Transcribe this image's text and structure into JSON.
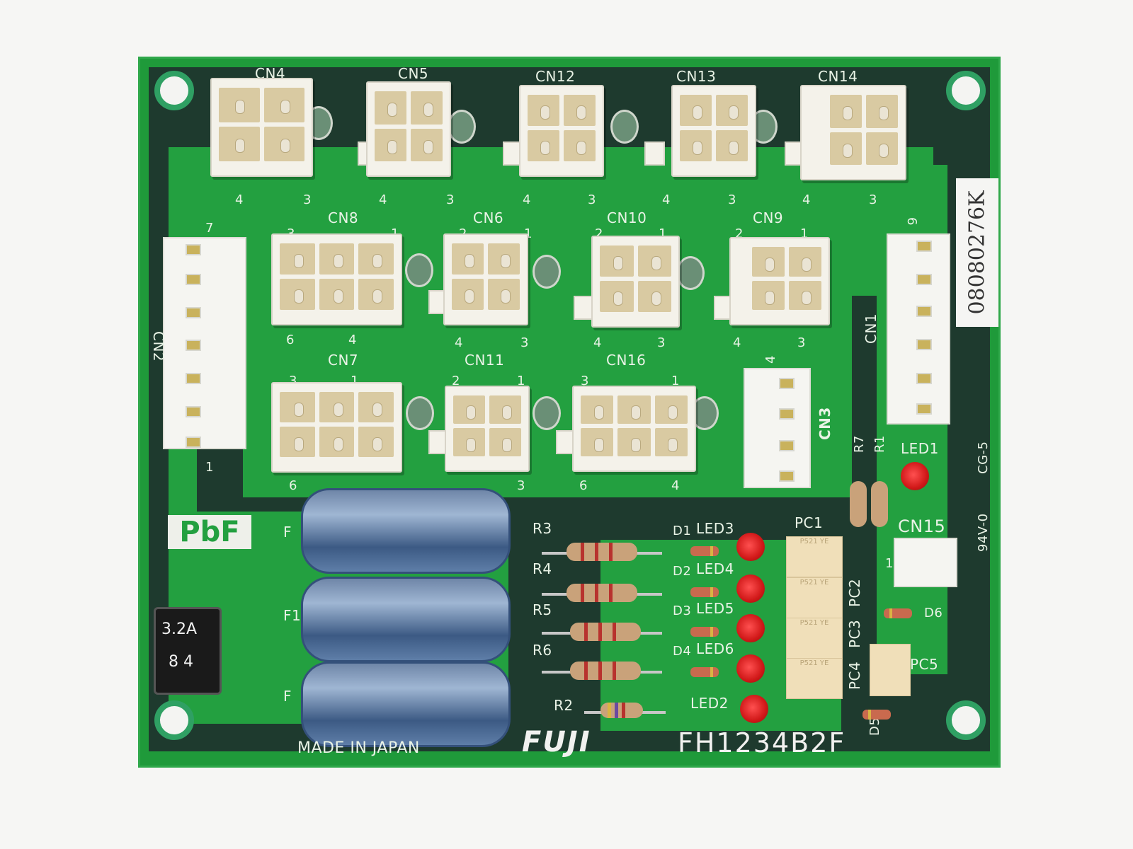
{
  "scene": {
    "subject": "Printed circuit board",
    "colors": {
      "board": "#1f9a3a",
      "background": "#f6f6f4",
      "silkscreen": "#e9f3e6",
      "connector": "#f4f2ea",
      "led": "#e0201e"
    }
  },
  "board": {
    "brand": "FUJI",
    "model": "FH1234B2F",
    "origin": "MADE IN JAPAN",
    "lead_free_mark": "PbF",
    "flammability": "94V-0",
    "cg_mark": "CG-5",
    "serial_label": "08080276K"
  },
  "connectors_top": [
    {
      "ref": "CN4",
      "pin_left": "4",
      "pin_right": "3"
    },
    {
      "ref": "CN5",
      "pin_left": "4",
      "pin_right": "3"
    },
    {
      "ref": "CN12",
      "pin_left": "4",
      "pin_right": "3"
    },
    {
      "ref": "CN13",
      "pin_left": "4",
      "pin_right": "3"
    },
    {
      "ref": "CN14",
      "pin_left": "4",
      "pin_right": "3"
    }
  ],
  "connectors_mid": [
    {
      "ref": "CN8",
      "pin_tl": "3",
      "pin_tr": "1",
      "pin_bl": "6",
      "pin_br": "4"
    },
    {
      "ref": "CN6",
      "pin_tl": "2",
      "pin_tr": "1",
      "pin_bl": "4",
      "pin_br": "3"
    },
    {
      "ref": "CN10",
      "pin_tl": "2",
      "pin_tr": "1",
      "pin_bl": "4",
      "pin_br": "3"
    },
    {
      "ref": "CN9",
      "pin_tl": "2",
      "pin_tr": "1",
      "pin_bl": "4",
      "pin_br": "3"
    }
  ],
  "connectors_low": [
    {
      "ref": "CN7",
      "pin_tl": "3",
      "pin_tr": "1",
      "pin_bl": "6",
      "pin_br": "4"
    },
    {
      "ref": "CN11",
      "pin_tl": "2",
      "pin_tr": "1",
      "pin_bl": "4",
      "pin_br": "3"
    },
    {
      "ref": "CN16",
      "pin_tl": "3",
      "pin_tr": "1",
      "pin_bl": "6",
      "pin_br": "4"
    }
  ],
  "headers": {
    "cn2": {
      "ref": "CN2",
      "pin_first": "7",
      "pin_last": "1"
    },
    "cn1": {
      "ref": "CN1",
      "pin_first": "6"
    },
    "cn3": {
      "ref": "CN3",
      "pin_first": "4"
    },
    "cn15": {
      "ref": "CN15",
      "pin_first": "1"
    }
  },
  "fuses": {
    "labels": [
      "F",
      "F1",
      "F"
    ],
    "small_fuse_rating": "3.2A",
    "small_fuse_code": "8 4"
  },
  "resistors": [
    "R3",
    "R4",
    "R5",
    "R6",
    "R2",
    "R7",
    "R1"
  ],
  "diodes": [
    "D1",
    "D2",
    "D3",
    "D4",
    "D6",
    "D5"
  ],
  "leds": [
    "LED3",
    "LED4",
    "LED5",
    "LED6",
    "LED2",
    "LED1"
  ],
  "photocouplers": [
    "PC1",
    "PC2",
    "PC3",
    "PC4",
    "PC5"
  ],
  "photocoupler_marking": "P521 YE"
}
